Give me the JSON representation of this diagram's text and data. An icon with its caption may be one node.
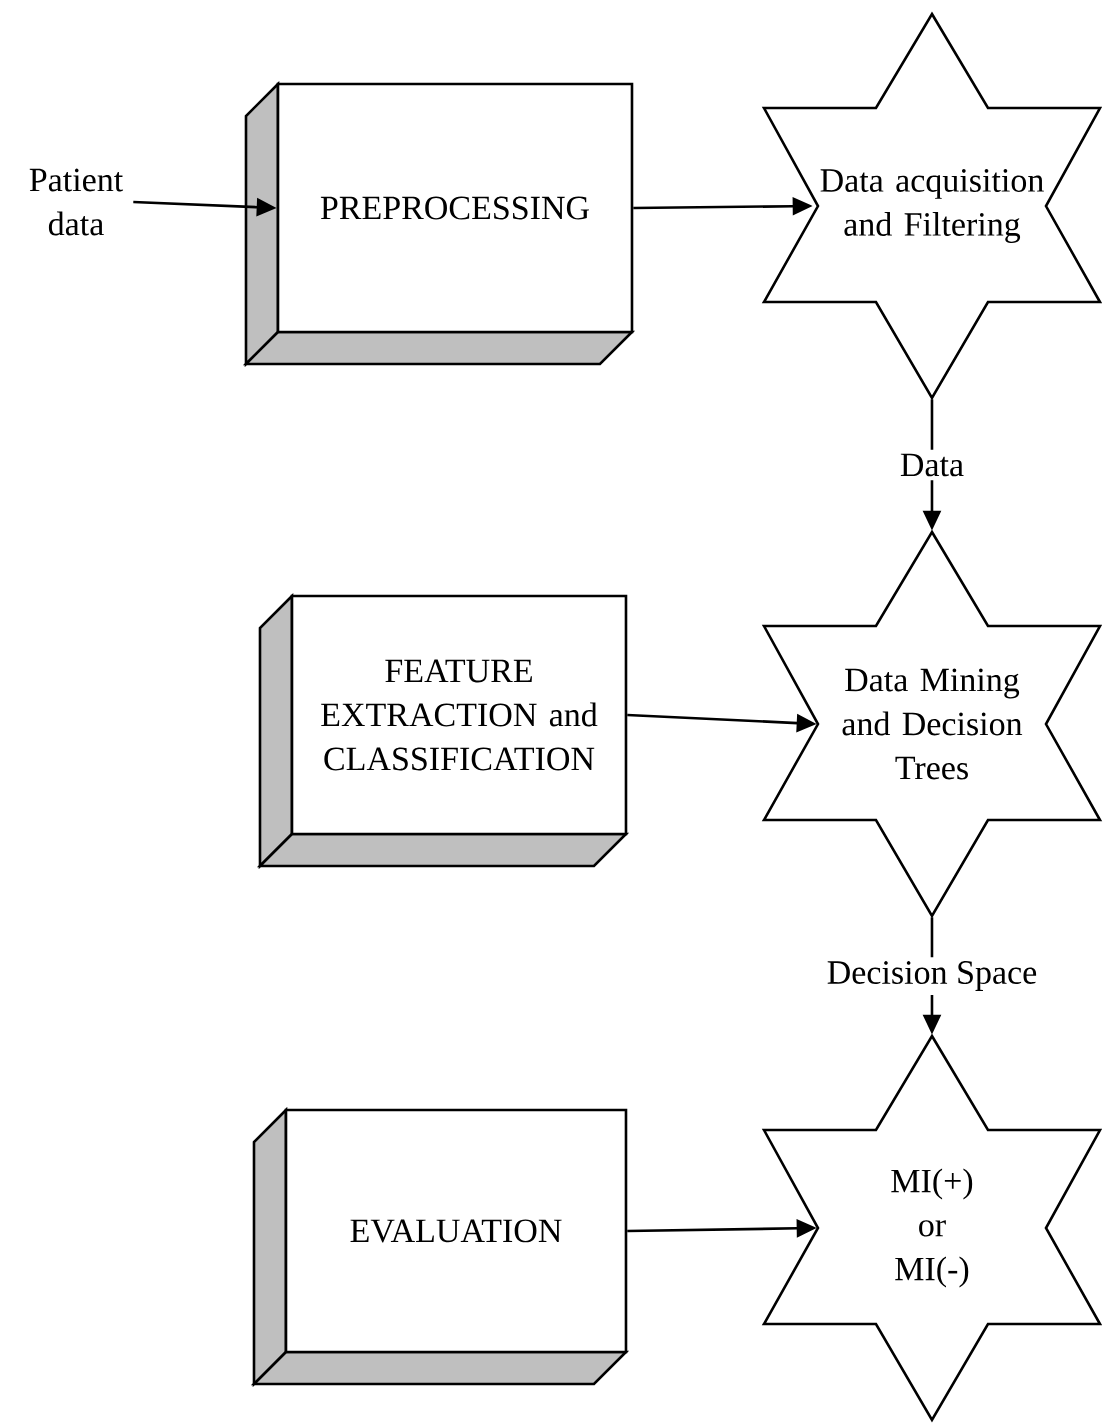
{
  "diagram": {
    "nodes": [
      {
        "text": [
          "Patient data"
        ]
      },
      {
        "text": [
          "PREPROCESSING"
        ]
      },
      {
        "text": [
          "Data acquisition and Filtering"
        ]
      },
      {
        "text": [
          "FEATURE EXTRACTION and CLASSIFICATION"
        ]
      },
      {
        "text": [
          "Data Mining and Decision Trees"
        ]
      },
      {
        "text": [
          "EVALUATION"
        ]
      },
      {
        "text": [
          "MI(+) or MI(-)"
        ]
      }
    ],
    "edges": [
      {
        "from": 0,
        "to": 1,
        "arrow": "to"
      },
      {
        "from": 1,
        "to": 2,
        "arrow": "to"
      },
      {
        "from": 2,
        "to": 4,
        "arrow": "to",
        "label": "Data"
      },
      {
        "from": 3,
        "to": 4,
        "arrow": "to"
      },
      {
        "from": 4,
        "to": 6,
        "arrow": "to",
        "label": "Decision Space"
      },
      {
        "from": 5,
        "to": 6,
        "arrow": "to"
      }
    ]
  }
}
